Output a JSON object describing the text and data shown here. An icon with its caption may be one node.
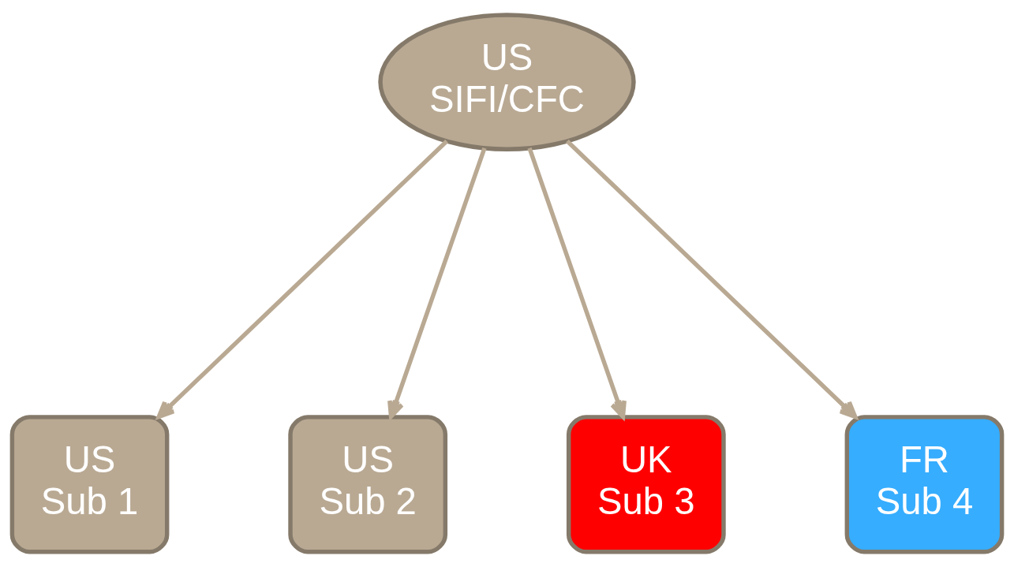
{
  "diagram": {
    "nodes": [
      {
        "text": [
          "US SIFI/CFC"
        ]
      },
      {
        "text": [
          "US Sub 1"
        ]
      },
      {
        "text": [
          "US Sub 2"
        ]
      },
      {
        "text": [
          "UK Sub 3"
        ]
      },
      {
        "text": [
          "FR Sub 4"
        ]
      }
    ],
    "edges": [
      {
        "from": 0,
        "to": 1,
        "arrow": "to"
      },
      {
        "from": 0,
        "to": 2,
        "arrow": "to"
      },
      {
        "from": 0,
        "to": 3,
        "arrow": "to"
      },
      {
        "from": 0,
        "to": 4,
        "arrow": "to"
      }
    ]
  }
}
